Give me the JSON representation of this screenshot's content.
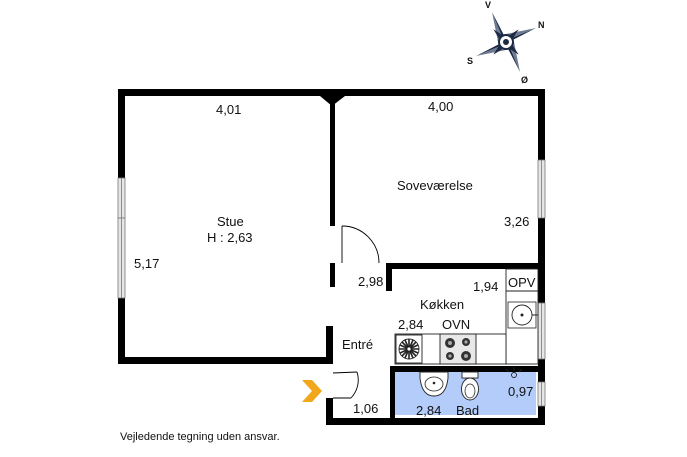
{
  "compass": {
    "v": "V",
    "n": "N",
    "s": "S",
    "o": "Ø"
  },
  "rooms": {
    "stue": {
      "name": "Stue",
      "height": "H : 2,63",
      "width": "4,01",
      "depth": "5,17"
    },
    "sovevaerelse": {
      "name": "Soveværelse",
      "width": "4,00",
      "depth": "3,26"
    },
    "kokken": {
      "name": "Køkken",
      "width": "1,94",
      "depth": "2,84"
    },
    "entre": {
      "name": "Entré",
      "width": "1,06",
      "depth": "2,98"
    },
    "bad": {
      "name": "Bad",
      "width": "2,84",
      "depth": "0,97",
      "color": "#b4ccfa"
    }
  },
  "fixtures": {
    "opv": "OPV",
    "ovn": "OVN"
  },
  "colors": {
    "wall": "#000000",
    "entry_arrow": "#f2a71b",
    "window": "#d9d9d9"
  },
  "disclaimer": "Vejledende tegning uden ansvar."
}
